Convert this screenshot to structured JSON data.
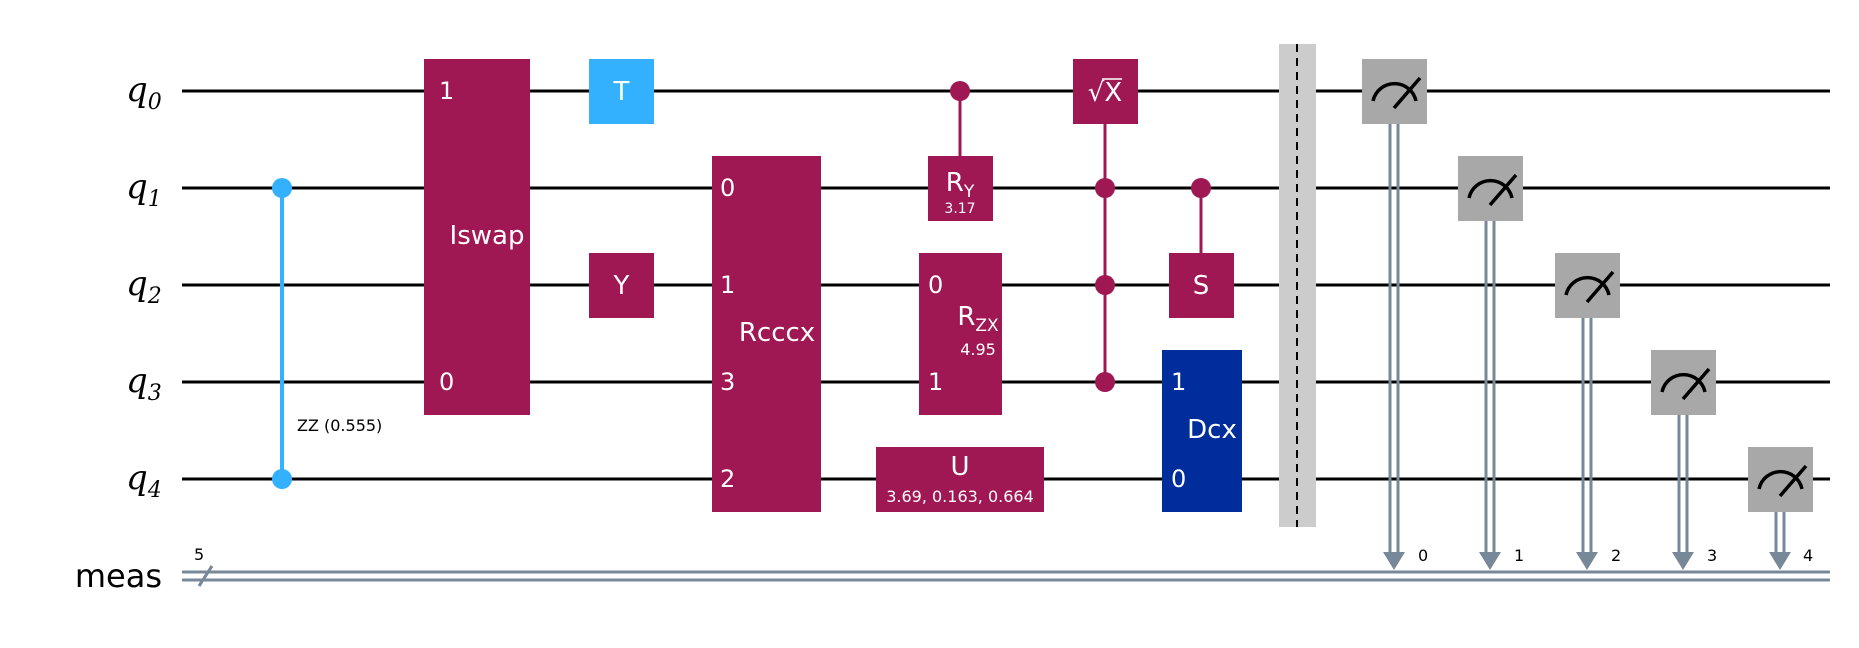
{
  "circuit": {
    "qubits": [
      {
        "label": "q",
        "index": "0"
      },
      {
        "label": "q",
        "index": "1"
      },
      {
        "label": "q",
        "index": "2"
      },
      {
        "label": "q",
        "index": "3"
      },
      {
        "label": "q",
        "index": "4"
      }
    ],
    "classical_register": {
      "label": "meas",
      "size": "5",
      "bits": [
        "0",
        "1",
        "2",
        "3",
        "4"
      ]
    },
    "gates": {
      "zz": {
        "label": "ZZ (0.555)"
      },
      "iswap": {
        "label": "Iswap",
        "port_q0": "1",
        "port_q3": "0"
      },
      "t": {
        "label": "T"
      },
      "y": {
        "label": "Y"
      },
      "rcccx": {
        "label": "Rcccx",
        "port_q1": "0",
        "port_q2": "1",
        "port_q3": "3",
        "port_q4": "2"
      },
      "ry": {
        "label": "R",
        "sub": "Y",
        "param": "3.17"
      },
      "rzx": {
        "label": "R",
        "sub": "ZX",
        "param": "4.95",
        "port_q2": "0",
        "port_q3": "1"
      },
      "u": {
        "label": "U",
        "param": "3.69, 0.163, 0.664"
      },
      "sx": {
        "label": "X",
        "radical": "√"
      },
      "s": {
        "label": "S"
      },
      "dcx": {
        "label": "Dcx",
        "port_q3": "1",
        "port_q4": "0"
      }
    },
    "colors": {
      "gate_magenta": "#9f1853",
      "gate_cyan": "#33b1ff",
      "gate_blue": "#002d9c",
      "measure_gray": "#a8a8a8",
      "classical_wire": "#778899",
      "barrier": "#cccccc"
    }
  }
}
